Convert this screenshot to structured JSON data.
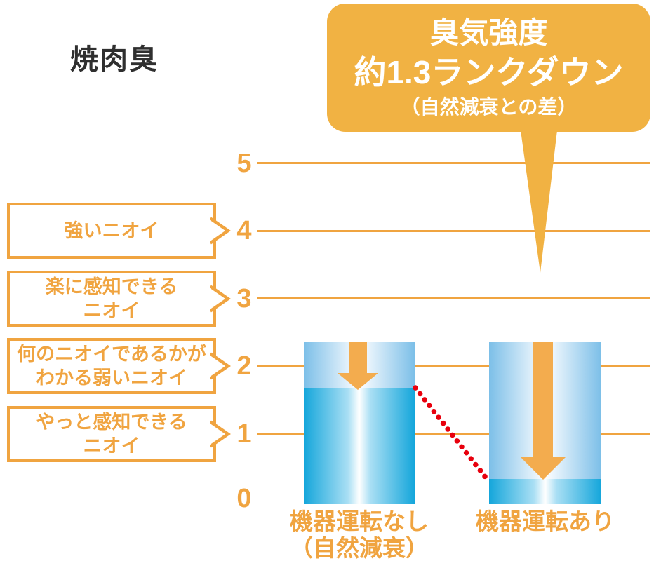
{
  "title": "焼肉臭",
  "callout": {
    "line1": "臭気強度",
    "line2": "約1.3ランクダウン",
    "line3": "（自然減衰との差）"
  },
  "axis": {
    "ticks": [
      "5",
      "4",
      "3",
      "2",
      "1",
      "0"
    ]
  },
  "intensity_scale": [
    {
      "value": 4,
      "line1": "強いニオイ",
      "line2": ""
    },
    {
      "value": 3,
      "line1": "楽に感知できる",
      "line2": "ニオイ"
    },
    {
      "value": 2,
      "line1": "何のニオイであるかが",
      "line2": "わかる弱いニオイ"
    },
    {
      "value": 1,
      "line1": "やっと感知できる",
      "line2": "ニオイ"
    }
  ],
  "bars": [
    {
      "label_line1": "機器運転なし",
      "label_line2": "（自然減衰）",
      "start_level": 2.35,
      "end_level": 1.65
    },
    {
      "label_line1": "機器運転あり",
      "label_line2": "",
      "start_level": 2.35,
      "end_level": 0.35
    }
  ],
  "colors": {
    "accent_orange_fill": "#f1b243",
    "accent_orange_line": "#f0a440",
    "arrow_orange": "#f3ac4e",
    "bar_light_edge": "#7cbfe8",
    "bar_dark_edge": "#14a6db",
    "dotted_red": "#e8000d",
    "title_gray": "#2f2f2f"
  },
  "chart_data": {
    "type": "bar",
    "title": "焼肉臭",
    "categories": [
      "機器運転なし（自然減衰）",
      "機器運転あり"
    ],
    "series": [
      {
        "name": "start_level",
        "values": [
          2.35,
          2.35
        ]
      },
      {
        "name": "end_level",
        "values": [
          1.65,
          0.35
        ]
      }
    ],
    "annotation": "臭気強度 約1.3ランクダウン（自然減衰との差）",
    "ylim": [
      0,
      5
    ],
    "yticks": [
      0,
      1,
      2,
      3,
      4,
      5
    ],
    "ytick_level_labels": {
      "4": "強いニオイ",
      "3": "楽に感知できるニオイ",
      "2": "何のニオイであるかがわかる弱いニオイ",
      "1": "やっと感知できるニオイ"
    },
    "grid": true,
    "legend_position": "none"
  }
}
